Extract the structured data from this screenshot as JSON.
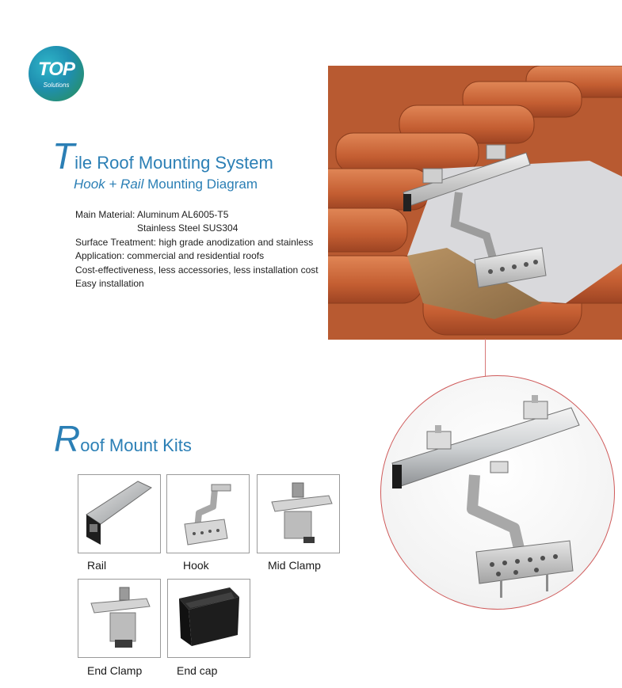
{
  "logo": {
    "main": "TOP",
    "sub": "Solutions"
  },
  "title1": {
    "initial": "T",
    "rest": "ile Roof Mounting System"
  },
  "subtitle1": {
    "hook_rail": "Hook + Rail",
    "rest": " Mounting Diagram"
  },
  "specs": {
    "line1": "Main Material: Aluminum AL6005-T5",
    "line2": "Stainless Steel SUS304",
    "line3": "Surface Treatment:  high grade anodization and stainless",
    "line4": "Application: commercial and residential roofs",
    "line5": "Cost-effectiveness, less accessories, less installation cost",
    "line6": "Easy installation"
  },
  "title2": {
    "initial": "R",
    "rest": "oof Mount Kits"
  },
  "kits": {
    "rail": "Rail",
    "hook": "Hook",
    "mid_clamp": "Mid Clamp",
    "end_clamp": "End Clamp",
    "end_cap": "End cap"
  },
  "colors": {
    "accent": "#2b7fb5",
    "tile_roof": "#c8643a",
    "circle_border": "#cf5a5a"
  }
}
